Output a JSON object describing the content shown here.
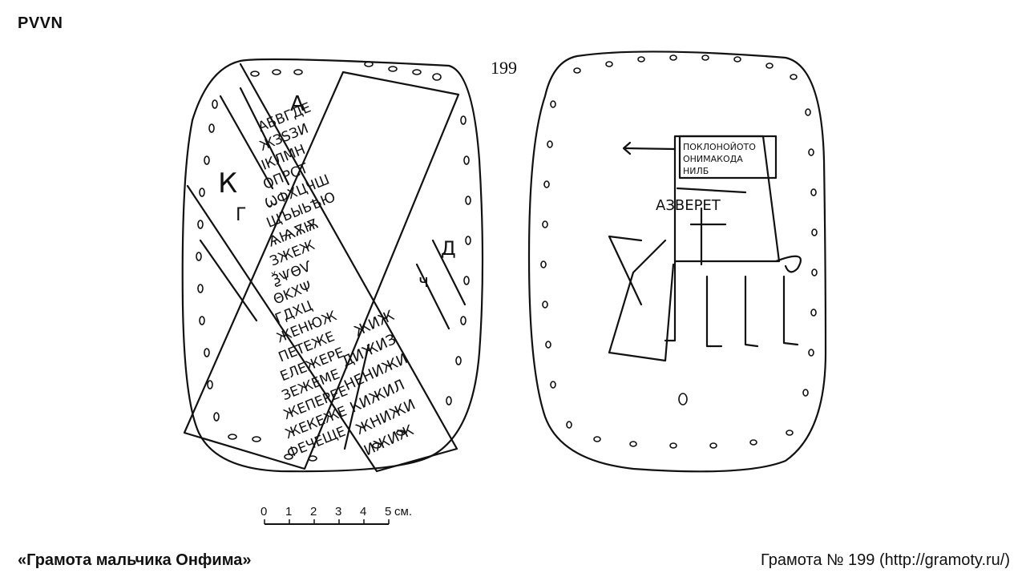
{
  "header": {
    "brand": "PVVN"
  },
  "document": {
    "number": "199",
    "caption_title": "«Грамота мальчика Онфима»",
    "caption_source": "Грамота № 199 (http://gramoty.ru/)"
  },
  "scale_bar": {
    "ticks": [
      "0",
      "1",
      "2",
      "3",
      "4",
      "5"
    ],
    "unit": "см."
  },
  "front_side": {
    "top_left_letter": "А",
    "left_panel_letters": [
      "К",
      "Г"
    ],
    "right_panel_letters": [
      "Д",
      "ч"
    ],
    "alphabet_lines": [
      "АБВГДЕ",
      "ЖЗЅЗИ",
      "ІКЛМН",
      "ОПРСТ",
      "ѠФХЦЧШ",
      "ЩЪЫЬѢЮ",
      "ѦѨѪѬ",
      "ЗЖЕЖ",
      "ѮѰѲѴ",
      "ΘΚΧΨ",
      "ГДХЦ",
      "ЖЕНЮЖ",
      "ПЕТЕЖЕ",
      "ЕЛЕЖЕРЕ",
      "ЗЕЖЕМЕ",
      "ЖЕПЕРЕЕ",
      "ЖЕКЕЖЕ",
      "ФЕЧЕЩЕ"
    ],
    "lower_band_lines": [
      "ЖИЖ",
      "ДИЖИЗ",
      "НЕНИЖИ",
      "КИЖИЛ",
      "ЖНИЖИ",
      "ИЖИЖ"
    ]
  },
  "back_side": {
    "inscription_lines": [
      "ПОКЛОНОЙОТО",
      "ОНИМАКОДА",
      "НИЛБ"
    ],
    "abc_label": "АЗВЕРЕТ"
  }
}
